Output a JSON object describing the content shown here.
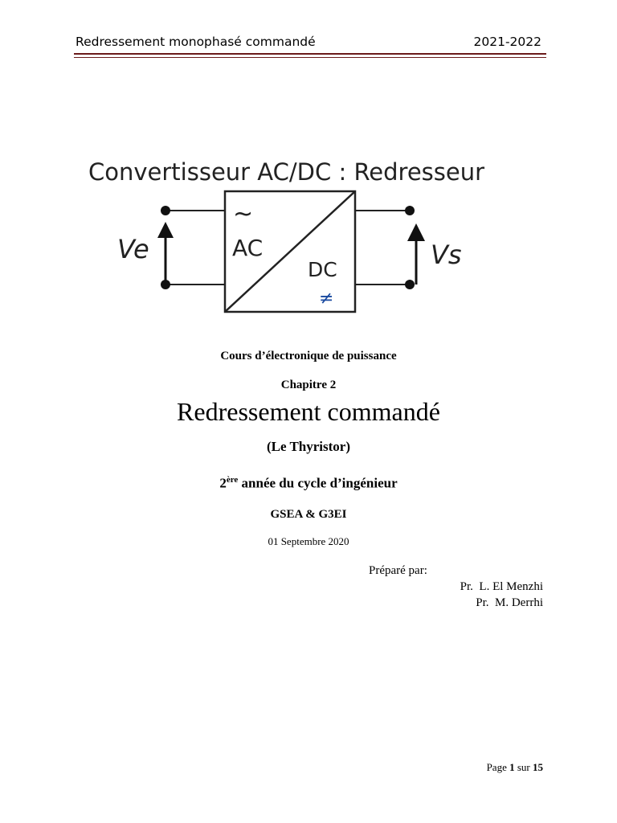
{
  "header": {
    "title": "Redressement monophasé commandé",
    "year": "2021-2022"
  },
  "diagram": {
    "title": "Convertisseur AC/DC : Redresseur",
    "input_label": "Ve",
    "output_label": "Vs",
    "ac_symbol": "~",
    "ac_label": "AC",
    "dc_label": "DC",
    "dc_symbol": "≠"
  },
  "course": "Cours d’électronique de puissance",
  "chapter": "Chapitre 2",
  "main_title": "Redressement commandé",
  "subtitle": "(Le Thyristor)",
  "year_line": {
    "number": "2",
    "superscript": "ère",
    "text": " année du cycle d’ingénieur"
  },
  "groups": "GSEA & G3EI",
  "date": "01 Septembre 2020",
  "prepared_by": "Préparé par:",
  "authors": [
    "Pr.  L. El Menzhi",
    "Pr.  M. Derrhi"
  ],
  "footer": {
    "page_word": "Page",
    "page_number": "1",
    "of_word": "sur",
    "total_pages": "15"
  }
}
